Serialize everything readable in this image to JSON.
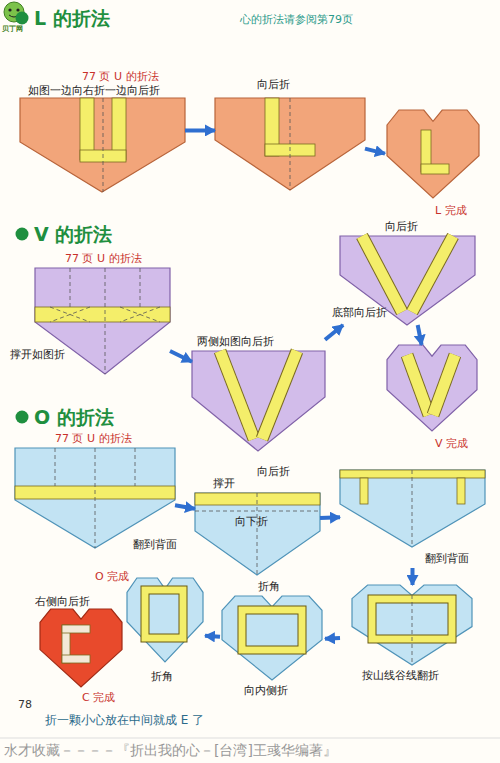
{
  "diagram": {
    "nodes": [
      {
        "text": [
          "77 页 U 的折法",
          "如图一边向右折一边向后折"
        ]
      },
      {
        "text": [
          "向后折"
        ]
      },
      {
        "text": [
          "L 完成"
        ]
      },
      {
        "text": [
          "77 页 U 的折法",
          "撑开如图折"
        ]
      },
      {
        "text": [
          "两侧如图向后折"
        ]
      },
      {
        "text": [
          "向后折",
          "底部向后折"
        ]
      },
      {
        "text": [
          "V 完成"
        ]
      },
      {
        "text": [
          "77 页 U 的折法",
          "翻到背面"
        ]
      },
      {
        "text": [
          "撑开",
          "向后折",
          "向下折"
        ]
      },
      {
        "text": [
          "翻到背面"
        ]
      },
      {
        "text": [
          "按山线谷线翻折"
        ]
      },
      {
        "text": [
          "折角",
          "向内侧折"
        ]
      },
      {
        "text": [
          "O 完成",
          "折角"
        ]
      },
      {
        "text": [
          "右侧向后折",
          "C 完成"
        ]
      }
    ],
    "edges": [
      {
        "from": 0,
        "to": 1,
        "arrow": "to"
      },
      {
        "from": 1,
        "to": 2,
        "arrow": "to"
      },
      {
        "from": 3,
        "to": 4,
        "arrow": "to"
      },
      {
        "from": 4,
        "to": 5,
        "arrow": "to"
      },
      {
        "from": 5,
        "to": 6,
        "arrow": "to"
      },
      {
        "from": 7,
        "to": 8,
        "arrow": "to"
      },
      {
        "from": 8,
        "to": 9,
        "arrow": "to"
      },
      {
        "from": 9,
        "to": 10,
        "arrow": "to"
      },
      {
        "from": 10,
        "to": 11,
        "arrow": "to"
      },
      {
        "from": 11,
        "to": 12,
        "arrow": "to"
      }
    ],
    "labels": [
      "贝丁网",
      "心的折法请参阅第79页",
      "L 的折法",
      "V 的折法",
      "O 的折法",
      "折一颗小心放在中间就成 E 了",
      "78",
      "水才收藏－－－－『折出我的心－[台湾]王彧华编著』"
    ]
  }
}
